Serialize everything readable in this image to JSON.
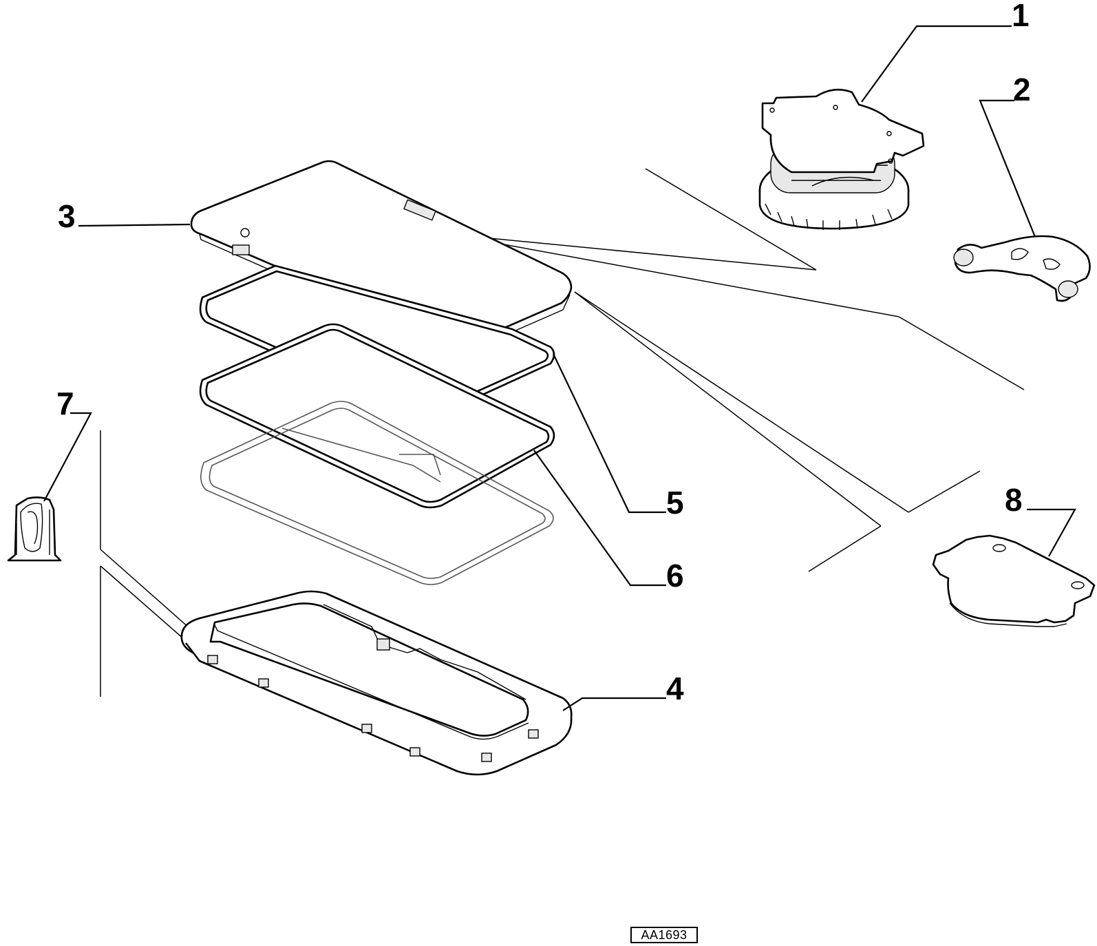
{
  "drawing_code": "AA1693",
  "callouts": [
    {
      "id": "1",
      "label": "1"
    },
    {
      "id": "2",
      "label": "2"
    },
    {
      "id": "3",
      "label": "3"
    },
    {
      "id": "4",
      "label": "4"
    },
    {
      "id": "5",
      "label": "5"
    },
    {
      "id": "6",
      "label": "6"
    },
    {
      "id": "7",
      "label": "7"
    },
    {
      "id": "8",
      "label": "8"
    }
  ],
  "parts": [
    {
      "id": "1",
      "icon": "filler-cap-assembly-icon"
    },
    {
      "id": "2",
      "icon": "spring-clip-icon"
    },
    {
      "id": "3",
      "icon": "flap-door-panel-icon"
    },
    {
      "id": "4",
      "icon": "housing-frame-icon"
    },
    {
      "id": "5",
      "icon": "outer-gasket-icon"
    },
    {
      "id": "6",
      "icon": "inner-gasket-icon"
    },
    {
      "id": "7",
      "icon": "retaining-clip-icon"
    },
    {
      "id": "8",
      "icon": "mounting-plate-icon"
    }
  ]
}
